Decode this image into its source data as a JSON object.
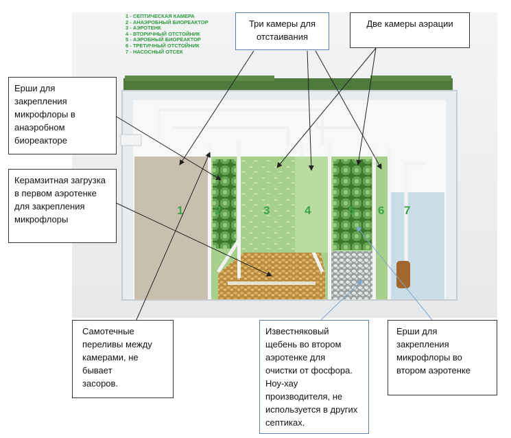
{
  "legend": [
    "1 - СЕПТИЧЕСКАЯ КАМЕРА",
    "2 - АНАЭРОБНЫЙ БИОРЕАКТОР",
    "3 - АЭРОТЕНК",
    "4 - ВТОРИЧНЫЙ ОТСТОЙНИК",
    "5 - АЭРОБНЫЙ БИОРЕАКТОР",
    "6 - ТРЕТИЧНЫЙ ОТСТОЙНИК",
    "7 - НАСОСНЫЙ ОТСЕК"
  ],
  "chambers": [
    "1",
    "2",
    "3",
    "4",
    "5",
    "6",
    "7"
  ],
  "callouts": {
    "settling": "Три камеры для\nотстаивания",
    "aeration": "Две камеры аэрации",
    "brushes_anaerobic": "Ерши для\nзакрепления\nмикрофлоры в\nанаэробном\nбиореакторе",
    "claydite": "Керамзитная загрузка\nв первом аэротенке\nдля закрепления\nмикрофлоры",
    "overflows": "Самотечные\nпереливы между\nкамерами, не бывает\nзасоров.",
    "limestone": "Известняковый\nщебень во втором\nаэротенке для\nочистки от фосфора.\nНоу-хау\nпроизводителя, не\nиспользуется в других\nсептиках.",
    "brushes_aerobic": "Ерши для\nзакрепления\nмикрофлоры во\nвтором аэротенке"
  },
  "colors": {
    "lid": "#4f7a3d",
    "tank_wall": "#e9ecef",
    "chamber1": "#c9bfae",
    "green_water": "#a7d08c",
    "blue_water": "#c9dde9",
    "gravel": "#c89a4a",
    "limestone": "#d6d6d6",
    "legend_text": "#2e9a3c",
    "arrow_dark": "#222222",
    "arrow_blue": "#7fa6cf"
  }
}
